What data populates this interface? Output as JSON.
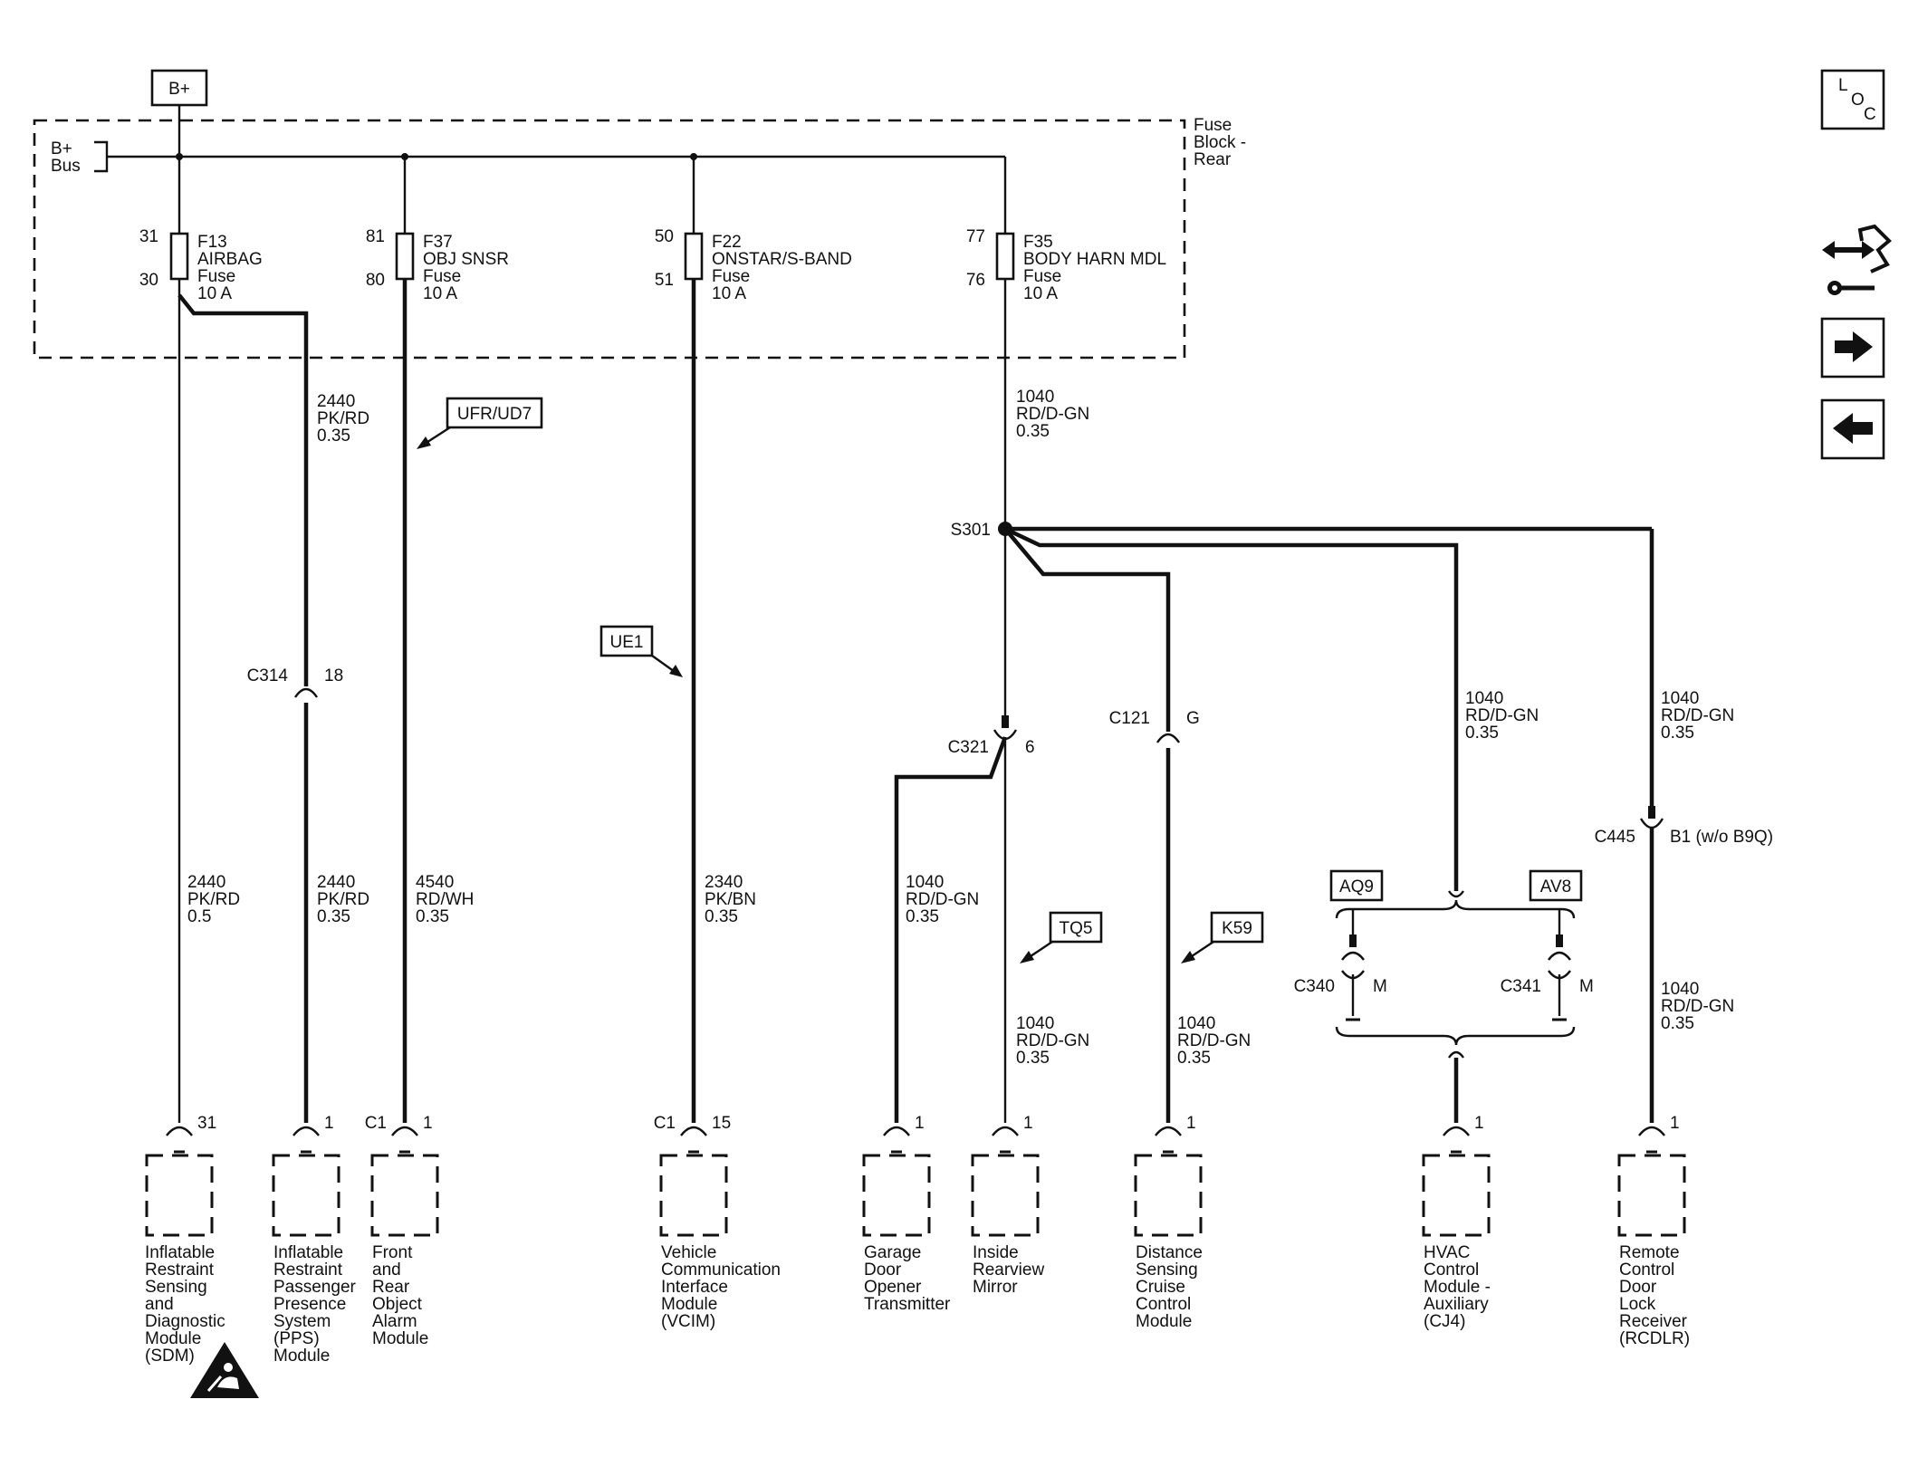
{
  "b_plus": "B+",
  "bus": {
    "l1": "B+",
    "l2": "Bus"
  },
  "fuse_block": {
    "l1": "Fuse",
    "l2": "Block -",
    "l3": "Rear"
  },
  "fuses": [
    {
      "in_pin": "31",
      "out_pin": "30",
      "id": "F13",
      "name": "AIRBAG",
      "type": "Fuse",
      "rating": "10 A"
    },
    {
      "in_pin": "81",
      "out_pin": "80",
      "id": "F37",
      "name": "OBJ SNSR",
      "type": "Fuse",
      "rating": "10 A"
    },
    {
      "in_pin": "50",
      "out_pin": "51",
      "id": "F22",
      "name": "ONSTAR/S-BAND",
      "type": "Fuse",
      "rating": "10 A"
    },
    {
      "in_pin": "77",
      "out_pin": "76",
      "id": "F35",
      "name": "BODY HARN MDL",
      "type": "Fuse",
      "rating": "10 A"
    }
  ],
  "wires": {
    "w2440_upper": [
      "2440",
      "PK/RD",
      "0.35"
    ],
    "w1040_upper": [
      "1040",
      "RD/D-GN",
      "0.35"
    ],
    "sdm": [
      "2440",
      "PK/RD",
      "0.5"
    ],
    "pps": [
      "2440",
      "PK/RD",
      "0.35"
    ],
    "obj": [
      "4540",
      "RD/WH",
      "0.35"
    ],
    "vcim": [
      "2340",
      "PK/BN",
      "0.35"
    ],
    "garage": [
      "1040",
      "RD/D-GN",
      "0.35"
    ],
    "mirror": [
      "1040",
      "RD/D-GN",
      "0.35"
    ],
    "cruise": [
      "1040",
      "RD/D-GN",
      "0.35"
    ],
    "hvac": [
      "1040",
      "RD/D-GN",
      "0.35"
    ],
    "rcdlr_upper": [
      "1040",
      "RD/D-GN",
      "0.35"
    ],
    "rcdlr_lower": [
      "1040",
      "RD/D-GN",
      "0.35"
    ]
  },
  "options": {
    "ufr": "UFR/UD7",
    "ue1": "UE1",
    "tq5": "TQ5",
    "k59": "K59",
    "aq9": "AQ9",
    "av8": "AV8"
  },
  "splice": "S301",
  "connectors": {
    "c314": {
      "name": "C314",
      "pin": "18"
    },
    "c321": {
      "name": "C321",
      "pin": "6"
    },
    "c121": {
      "name": "C121",
      "pin": "G"
    },
    "c445": {
      "name": "C445",
      "pin": "B1 (w/o B9Q)"
    },
    "c340": {
      "name": "C340",
      "pin": "M"
    },
    "c341": {
      "name": "C341",
      "pin": "M"
    }
  },
  "module_pins": {
    "sdm": {
      "conn": "",
      "pin": "31"
    },
    "pps": {
      "conn": "",
      "pin": "1"
    },
    "obj": {
      "conn": "C1",
      "pin": "1"
    },
    "vcim": {
      "conn": "C1",
      "pin": "15"
    },
    "garage": {
      "conn": "",
      "pin": "1"
    },
    "mirror": {
      "conn": "",
      "pin": "1"
    },
    "cruise": {
      "conn": "",
      "pin": "1"
    },
    "hvac": {
      "conn": "",
      "pin": "1"
    },
    "rcdlr": {
      "conn": "",
      "pin": "1"
    }
  },
  "modules": {
    "sdm": [
      "Inflatable",
      "Restraint",
      "Sensing",
      "and",
      "Diagnostic",
      "Module",
      "(SDM)"
    ],
    "pps": [
      "Inflatable",
      "Restraint",
      "Passenger",
      "Presence",
      "System",
      "(PPS)",
      "Module"
    ],
    "obj": [
      "Front",
      "and",
      "Rear",
      "Object",
      "Alarm",
      "Module"
    ],
    "vcim": [
      "Vehicle",
      "Communication",
      "Interface",
      "Module",
      "(VCIM)"
    ],
    "garage": [
      "Garage",
      "Door",
      "Opener",
      "Transmitter"
    ],
    "mirror": [
      "Inside",
      "Rearview",
      "Mirror"
    ],
    "cruise": [
      "Distance",
      "Sensing",
      "Cruise",
      "Control",
      "Module"
    ],
    "hvac": [
      "HVAC",
      "Control",
      "Module -",
      "Auxiliary",
      "(CJ4)"
    ],
    "rcdlr": [
      "Remote",
      "Control",
      "Door",
      "Lock",
      "Receiver",
      "(RCDLR)"
    ]
  },
  "loc_button": {
    "l": "L",
    "o": "O",
    "c": "C"
  },
  "icons": {
    "nav_schematic": "schematic-nav-icon",
    "next": "arrow-right-icon",
    "prev": "arrow-left-icon",
    "warning": "airbag-warning-icon"
  }
}
